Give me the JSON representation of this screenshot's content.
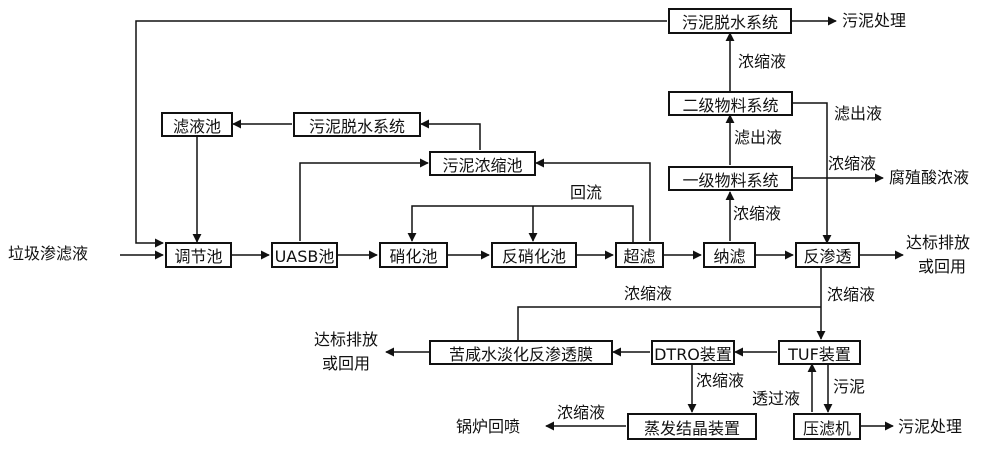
{
  "nodes": {
    "input": "垃圾渗滤液",
    "tiaojie": "调节池",
    "uasb": "UASB池",
    "xiaohua": "硝化池",
    "fanxiaohua": "反硝化池",
    "chaolv": "超滤",
    "nalv": "纳滤",
    "fanshentou": "反渗透",
    "lvyechi": "滤液池",
    "wunituoshui_mid": "污泥脱水系统",
    "wuninongsuo": "污泥浓缩池",
    "wunituoshui_top": "污泥脱水系统",
    "erji": "二级物料系统",
    "yiji": "一级物料系统",
    "tuf": "TUF装置",
    "dtro": "DTRO装置",
    "kuxian": "苦咸水淡化反渗透膜",
    "zhengfa": "蒸发结晶装置",
    "yalvji": "压滤机"
  },
  "labels": {
    "wunichuli_top": "污泥处理",
    "nongsuoye_top": "浓缩液",
    "lvchuye_right": "滤出液",
    "lvchuye_mid": "滤出液",
    "nongsuoye_yiji": "浓缩液",
    "fuzhisuan": "腐殖酸浓液",
    "huiliu": "回流",
    "nongsuoye_nalv": "浓缩液",
    "dabiao_right_1": "达标排放",
    "dabiao_right_2": "或回用",
    "nongsuoye_ro": "浓缩液",
    "nongsuoye_loop": "浓缩液",
    "dabiao_left_1": "达标排放",
    "dabiao_left_2": "或回用",
    "nongsuoye_dtro": "浓缩液",
    "touguoye": "透过液",
    "wuni": "污泥",
    "guolu": "锅炉回喷",
    "nongsuoye_evap": "浓缩液",
    "wunichuli_bottom": "污泥处理"
  }
}
